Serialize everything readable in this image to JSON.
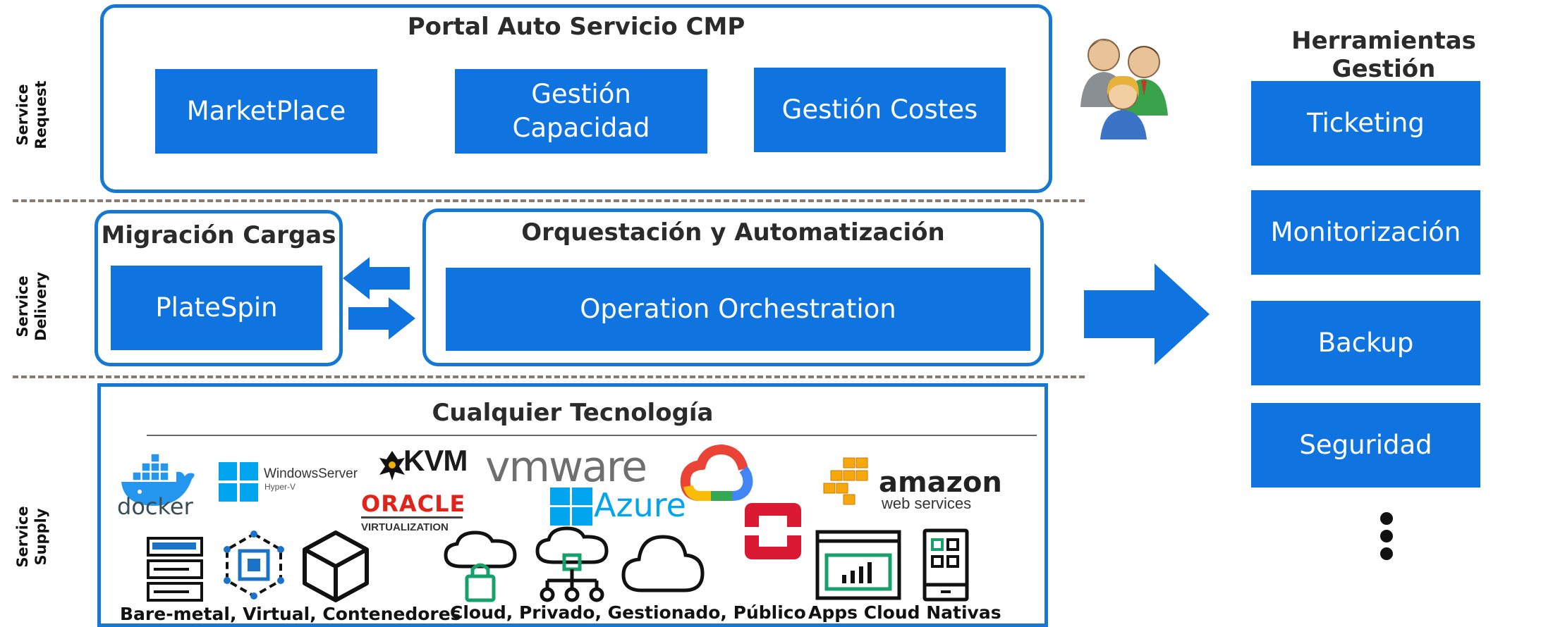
{
  "side_labels": {
    "request": "Service\nRequest",
    "delivery": "Service\nDelivery",
    "supply": "Service\nSupply"
  },
  "portal": {
    "title": "Portal Auto Servicio CMP",
    "items": [
      "MarketPlace",
      "Gestión\nCapacidad",
      "Gestión Costes"
    ]
  },
  "migracion": {
    "title": "Migración Cargas",
    "item": "PlateSpin"
  },
  "orquestacion": {
    "title": "Orquestación y Automatización",
    "item": "Operation Orchestration"
  },
  "tecnologia": {
    "title": "Cualquier Tecnología",
    "logos": {
      "docker": "docker",
      "windows": "WindowsServer",
      "windows_sub": "Hyper-V",
      "kvm": "KVM",
      "vmware": "vmware",
      "oracle": "ORACLE",
      "oracle_sub": "VIRTUALIZATION",
      "azure": "Azure",
      "amazon": "amazon",
      "amazon_sub": "web services"
    },
    "captions": [
      "Bare-metal, Virtual, Contenedores",
      "Cloud, Privado, Gestionado, Público",
      "Apps Cloud Nativas"
    ]
  },
  "herramientas": {
    "title": "Herramientas Gestión",
    "items": [
      "Ticketing",
      "Monitorización",
      "Backup",
      "Seguridad"
    ]
  },
  "colors": {
    "accent": "#0f74e0",
    "frame": "#1678d2",
    "dash": "#8a7b6e"
  }
}
